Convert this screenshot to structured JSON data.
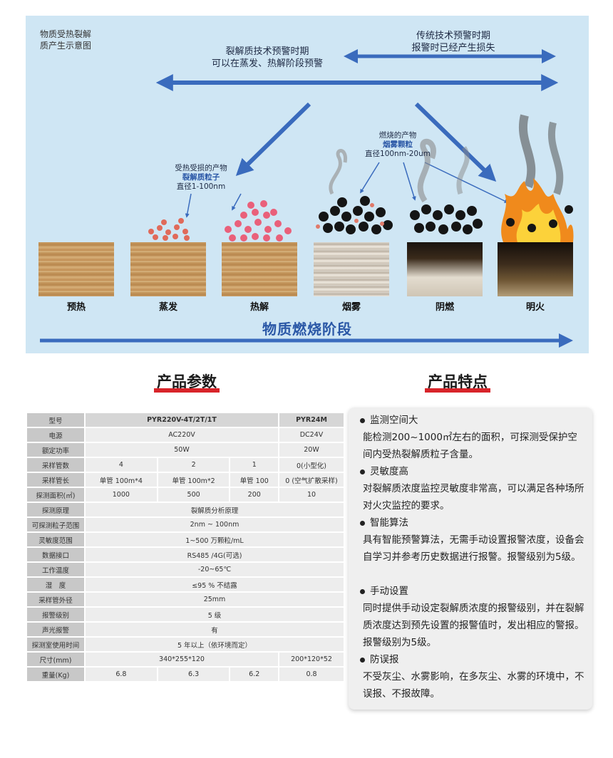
{
  "diagram": {
    "title_line1": "物质受热裂解",
    "title_line2": "质产生示意图",
    "left_note_line1": "裂解质技术预警时期",
    "left_note_line2": "可以在蒸发、热解阶段预警",
    "right_note_line1": "传统技术预警时期",
    "right_note_line2": "报警时已经产生损失",
    "particle_label_line1": "受热受损的产物",
    "particle_label_line2": "裂解质粒子",
    "particle_label_line3": "直径1-100nm",
    "smoke_label_line1": "燃烧的产物",
    "smoke_label_line2": "烟雾颗粒",
    "smoke_label_line3": "直径100nm-20um",
    "stages": [
      "预热",
      "蒸发",
      "热解",
      "烟雾",
      "阴燃",
      "明火"
    ],
    "bottom_title": "物质燃烧阶段",
    "colors": {
      "arrow": "#3a6bbd",
      "background": "#cfe6f4",
      "accent_text": "#2a57a6"
    }
  },
  "params_heading": "产品参数",
  "features_heading": "产品特点",
  "spec_table": {
    "header": {
      "label": "型号",
      "model_a": "PYR220V-4T/2T/1T",
      "model_b": "PYR24M"
    },
    "power_supply": {
      "label": "电源",
      "a": "AC220V",
      "b": "DC24V"
    },
    "rated_power": {
      "label": "额定功率",
      "a": "50W",
      "b": "20W"
    },
    "tube_count": {
      "label": "采样管数",
      "c1": "4",
      "c2": "2",
      "c3": "1",
      "b": "0(小型化)"
    },
    "tube_length": {
      "label": "采样管长",
      "c1": "单管 100m*4",
      "c2": "单管 100m*2",
      "c3": "单管 100",
      "b": "0 (空气扩散采样)"
    },
    "area": {
      "label": "探测面积(㎡)",
      "c1": "1000",
      "c2": "500",
      "c3": "200",
      "b": "10"
    },
    "principle": {
      "label": "探测原理",
      "v": "裂解质分析原理"
    },
    "particle_range": {
      "label": "可探测粒子范围",
      "v": "2nm ~ 100nm"
    },
    "sensitivity": {
      "label": "灵敏度范围",
      "v": "1~500 万颗粒/mL"
    },
    "interface": {
      "label": "数据接口",
      "v": "RS485 /4G(可选)"
    },
    "temperature": {
      "label": "工作温度",
      "v": "-20~65℃"
    },
    "humidity": {
      "label": "湿　度",
      "v": "≤95 % 不结露"
    },
    "tube_diameter": {
      "label": "采样管外径",
      "v": "25mm"
    },
    "alarm_level": {
      "label": "报警级别",
      "v": "5 级"
    },
    "sound_light": {
      "label": "声光报警",
      "v": "有"
    },
    "chamber_life": {
      "label": "探测室使用时间",
      "v": "5 年以上（依环境而定）"
    },
    "size": {
      "label": "尺寸(mm)",
      "a": "340*255*120",
      "b": "200*120*52"
    },
    "weight": {
      "label": "重量(Kg)",
      "c1": "6.8",
      "c2": "6.3",
      "c3": "6.2",
      "b": "0.8"
    }
  },
  "features": [
    {
      "title": "监测空间大",
      "desc": "能检测200~1000㎡左右的面积，可探测受保护空间内受热裂解质粒子含量。"
    },
    {
      "title": "灵敏度高",
      "desc": "对裂解质浓度监控灵敏度非常高，可以满足各种场所对火灾监控的要求。"
    },
    {
      "title": "智能算法",
      "desc": "具有智能预警算法，无需手动设置报警浓度，设备会自学习并参考历史数据进行报警。报警级别为5级。"
    },
    {
      "title": "手动设置",
      "desc": "同时提供手动设定裂解质浓度的报警级别，并在裂解质浓度达到预先设置的报警值时，发出相应的警报。报警级别为5级。"
    },
    {
      "title": "防误报",
      "desc": "不受灰尘、水雾影响，在多灰尘、水雾的环境中，不误报、不报故障。"
    }
  ]
}
